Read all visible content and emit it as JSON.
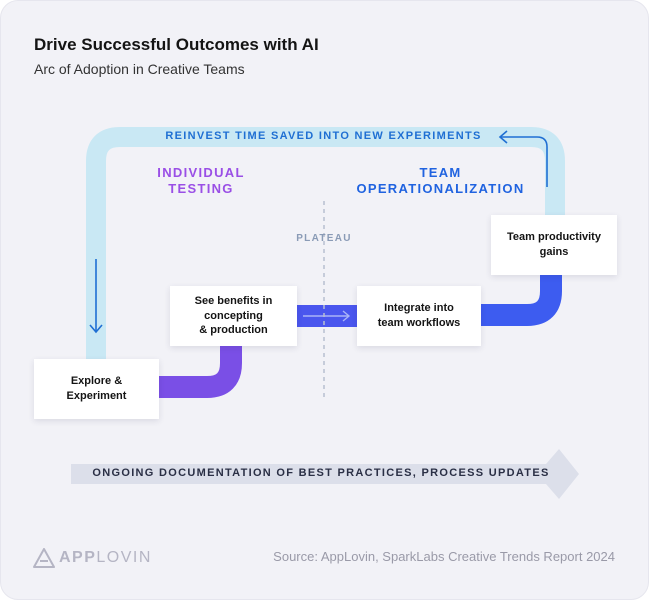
{
  "header": {
    "title": "Drive Successful Outcomes with AI",
    "subtitle": "Arc of Adoption in Creative Teams"
  },
  "loop_label": "REINVEST TIME SAVED INTO NEW EXPERIMENTS",
  "phases": {
    "individual": "INDIVIDUAL\nTESTING",
    "team": "TEAM\nOPERATIONALIZATION",
    "plateau": "PLATEAU"
  },
  "steps": {
    "explore": "Explore &\nExperiment",
    "benefits": "See benefits in\nconcepting\n& production",
    "integrate": "Integrate into\nteam workflows",
    "productivity": "Team productivity\ngains"
  },
  "documentation": "ONGOING DOCUMENTATION OF BEST PRACTICES, PROCESS UPDATES",
  "footer": {
    "logo_bold": "APP",
    "logo_light": "LOVIN",
    "source": "Source: AppLovin, SparkLabs Creative Trends Report 2024"
  },
  "colors": {
    "loop": "#c9e8f4",
    "loop_text": "#1f6fd3",
    "purple": "#7a4fe6",
    "blue": "#3d5cf0",
    "individual_text": "#9a4fe6",
    "team_text": "#2063e0",
    "plateau_text": "#8a9bb6",
    "doc_arrow": "#dcdfea"
  },
  "icons": [
    "applovin-logo-icon",
    "down-arrow-icon",
    "left-arrow-icon",
    "right-arrow-icon"
  ]
}
